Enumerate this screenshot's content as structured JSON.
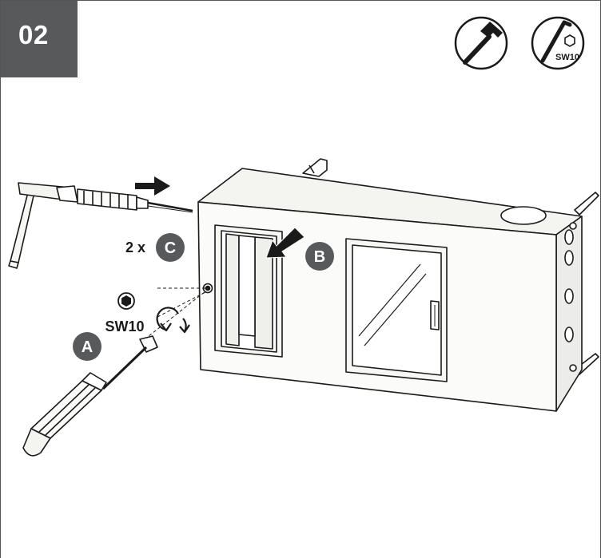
{
  "step": {
    "number": "02"
  },
  "tools": [
    {
      "icon": "hammer-icon"
    },
    {
      "icon": "hex-wrench-icon",
      "label": "SW10"
    }
  ],
  "callouts": {
    "a": "A",
    "b": "B",
    "c": "C",
    "c_quantity": "2 x",
    "wrench_size": "SW10"
  },
  "colors": {
    "step_box": "#58595b",
    "callout_fill": "#58595b",
    "enclosure_fill": "#f7f7f4",
    "line": "#1a1a1a"
  }
}
